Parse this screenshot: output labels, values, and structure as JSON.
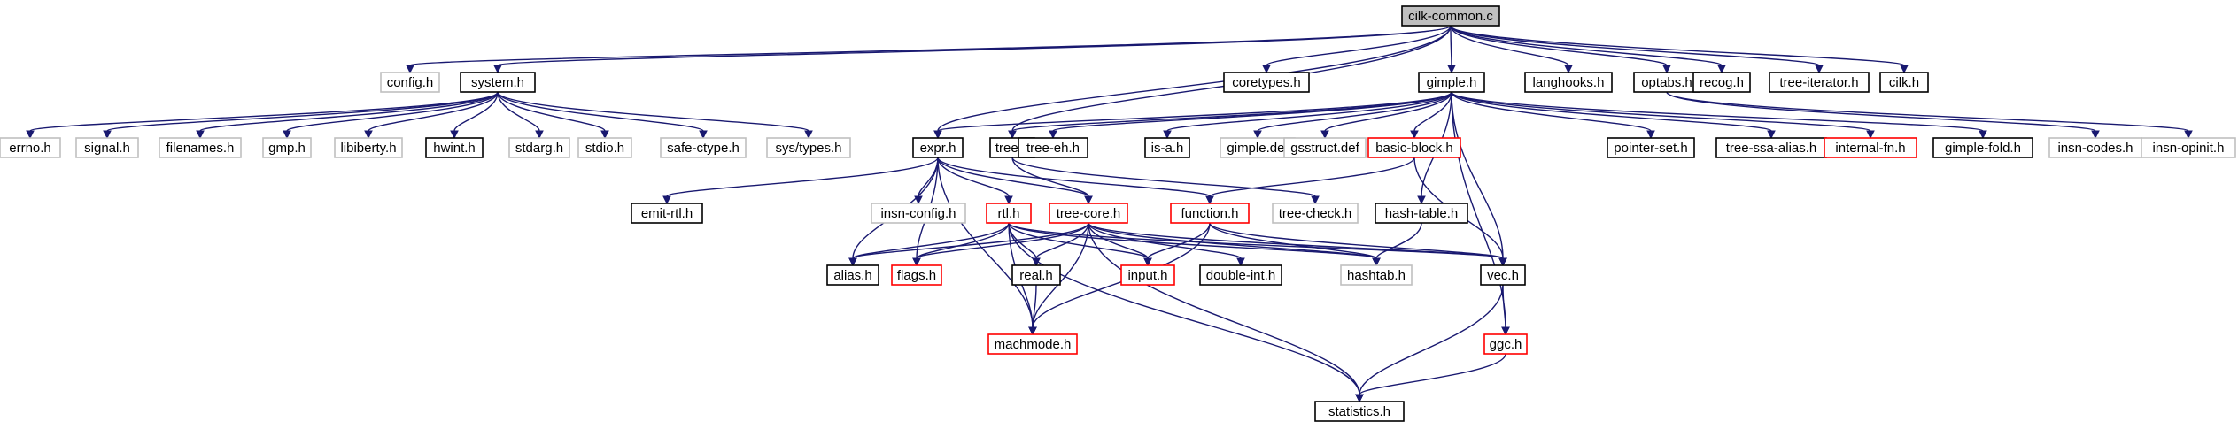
{
  "graph": {
    "colors": {
      "root_fill": "#bfbfbf",
      "node_fill": "#ffffff",
      "border_documented": "#000000",
      "border_undocumented": "#bfbfbf",
      "border_incomplete": "#ff0000",
      "edge": "#191970"
    },
    "nodes": [
      {
        "id": "cilk_common",
        "label": "cilk-common.c",
        "style": "root"
      },
      {
        "id": "config",
        "label": "config.h",
        "style": "undocumented"
      },
      {
        "id": "system",
        "label": "system.h",
        "style": "documented"
      },
      {
        "id": "coretypes",
        "label": "coretypes.h",
        "style": "documented"
      },
      {
        "id": "gimple",
        "label": "gimple.h",
        "style": "documented"
      },
      {
        "id": "langhooks",
        "label": "langhooks.h",
        "style": "documented"
      },
      {
        "id": "optabs",
        "label": "optabs.h",
        "style": "documented"
      },
      {
        "id": "recog",
        "label": "recog.h",
        "style": "documented"
      },
      {
        "id": "tree_iterator",
        "label": "tree-iterator.h",
        "style": "documented"
      },
      {
        "id": "cilk",
        "label": "cilk.h",
        "style": "documented"
      },
      {
        "id": "errno",
        "label": "errno.h",
        "style": "undocumented"
      },
      {
        "id": "signal",
        "label": "signal.h",
        "style": "undocumented"
      },
      {
        "id": "filenames",
        "label": "filenames.h",
        "style": "undocumented"
      },
      {
        "id": "gmp",
        "label": "gmp.h",
        "style": "undocumented"
      },
      {
        "id": "libiberty",
        "label": "libiberty.h",
        "style": "undocumented"
      },
      {
        "id": "hwint",
        "label": "hwint.h",
        "style": "documented"
      },
      {
        "id": "stdarg",
        "label": "stdarg.h",
        "style": "undocumented"
      },
      {
        "id": "stdio",
        "label": "stdio.h",
        "style": "undocumented"
      },
      {
        "id": "safe_ctype",
        "label": "safe-ctype.h",
        "style": "undocumented"
      },
      {
        "id": "sys_types",
        "label": "sys/types.h",
        "style": "undocumented"
      },
      {
        "id": "expr",
        "label": "expr.h",
        "style": "documented"
      },
      {
        "id": "tree",
        "label": "tree.h",
        "style": "documented"
      },
      {
        "id": "tree_eh",
        "label": "tree-eh.h",
        "style": "documented"
      },
      {
        "id": "is_a",
        "label": "is-a.h",
        "style": "documented"
      },
      {
        "id": "gimple_def",
        "label": "gimple.def",
        "style": "undocumented"
      },
      {
        "id": "gsstruct_def",
        "label": "gsstruct.def",
        "style": "undocumented"
      },
      {
        "id": "basic_block",
        "label": "basic-block.h",
        "style": "incomplete"
      },
      {
        "id": "pointer_set",
        "label": "pointer-set.h",
        "style": "documented"
      },
      {
        "id": "tree_ssa_alias",
        "label": "tree-ssa-alias.h",
        "style": "documented"
      },
      {
        "id": "internal_fn",
        "label": "internal-fn.h",
        "style": "incomplete"
      },
      {
        "id": "gimple_fold",
        "label": "gimple-fold.h",
        "style": "documented"
      },
      {
        "id": "insn_codes",
        "label": "insn-codes.h",
        "style": "undocumented"
      },
      {
        "id": "insn_opinit",
        "label": "insn-opinit.h",
        "style": "undocumented"
      },
      {
        "id": "emit_rtl",
        "label": "emit-rtl.h",
        "style": "documented"
      },
      {
        "id": "insn_config",
        "label": "insn-config.h",
        "style": "undocumented"
      },
      {
        "id": "rtl",
        "label": "rtl.h",
        "style": "incomplete"
      },
      {
        "id": "tree_core",
        "label": "tree-core.h",
        "style": "incomplete"
      },
      {
        "id": "function",
        "label": "function.h",
        "style": "incomplete"
      },
      {
        "id": "tree_check",
        "label": "tree-check.h",
        "style": "undocumented"
      },
      {
        "id": "hash_table",
        "label": "hash-table.h",
        "style": "documented"
      },
      {
        "id": "alias",
        "label": "alias.h",
        "style": "documented"
      },
      {
        "id": "flags",
        "label": "flags.h",
        "style": "incomplete"
      },
      {
        "id": "real",
        "label": "real.h",
        "style": "documented"
      },
      {
        "id": "input",
        "label": "input.h",
        "style": "incomplete"
      },
      {
        "id": "double_int",
        "label": "double-int.h",
        "style": "documented"
      },
      {
        "id": "hashtab",
        "label": "hashtab.h",
        "style": "undocumented"
      },
      {
        "id": "vec",
        "label": "vec.h",
        "style": "documented"
      },
      {
        "id": "machmode",
        "label": "machmode.h",
        "style": "incomplete"
      },
      {
        "id": "ggc",
        "label": "ggc.h",
        "style": "incomplete"
      },
      {
        "id": "statistics",
        "label": "statistics.h",
        "style": "documented"
      }
    ],
    "edges": [
      [
        "cilk_common",
        "config"
      ],
      [
        "cilk_common",
        "system"
      ],
      [
        "cilk_common",
        "coretypes"
      ],
      [
        "cilk_common",
        "expr"
      ],
      [
        "cilk_common",
        "tree"
      ],
      [
        "cilk_common",
        "gimple"
      ],
      [
        "cilk_common",
        "langhooks"
      ],
      [
        "cilk_common",
        "optabs"
      ],
      [
        "cilk_common",
        "recog"
      ],
      [
        "cilk_common",
        "tree_iterator"
      ],
      [
        "cilk_common",
        "cilk"
      ],
      [
        "system",
        "errno"
      ],
      [
        "system",
        "signal"
      ],
      [
        "system",
        "filenames"
      ],
      [
        "system",
        "gmp"
      ],
      [
        "system",
        "libiberty"
      ],
      [
        "system",
        "hwint"
      ],
      [
        "system",
        "stdarg"
      ],
      [
        "system",
        "stdio"
      ],
      [
        "system",
        "safe_ctype"
      ],
      [
        "system",
        "sys_types"
      ],
      [
        "gimple",
        "expr"
      ],
      [
        "gimple",
        "tree"
      ],
      [
        "gimple",
        "tree_eh"
      ],
      [
        "gimple",
        "is_a"
      ],
      [
        "gimple",
        "gimple_def"
      ],
      [
        "gimple",
        "gsstruct_def"
      ],
      [
        "gimple",
        "basic_block"
      ],
      [
        "gimple",
        "pointer_set"
      ],
      [
        "gimple",
        "tree_ssa_alias"
      ],
      [
        "gimple",
        "internal_fn"
      ],
      [
        "gimple",
        "gimple_fold"
      ],
      [
        "gimple",
        "hash_table"
      ],
      [
        "gimple",
        "vec"
      ],
      [
        "gimple",
        "ggc"
      ],
      [
        "optabs",
        "insn_codes"
      ],
      [
        "optabs",
        "insn_opinit"
      ],
      [
        "expr",
        "emit_rtl"
      ],
      [
        "expr",
        "insn_config"
      ],
      [
        "expr",
        "rtl"
      ],
      [
        "expr",
        "tree_core"
      ],
      [
        "expr",
        "function"
      ],
      [
        "expr",
        "alias"
      ],
      [
        "expr",
        "flags"
      ],
      [
        "expr",
        "machmode"
      ],
      [
        "tree",
        "tree_core"
      ],
      [
        "tree",
        "tree_check"
      ],
      [
        "basic_block",
        "function"
      ],
      [
        "basic_block",
        "vec"
      ],
      [
        "rtl",
        "alias"
      ],
      [
        "rtl",
        "flags"
      ],
      [
        "rtl",
        "real"
      ],
      [
        "rtl",
        "input"
      ],
      [
        "rtl",
        "hashtab"
      ],
      [
        "rtl",
        "vec"
      ],
      [
        "rtl",
        "machmode"
      ],
      [
        "rtl",
        "statistics"
      ],
      [
        "tree_core",
        "alias"
      ],
      [
        "tree_core",
        "flags"
      ],
      [
        "tree_core",
        "real"
      ],
      [
        "tree_core",
        "input"
      ],
      [
        "tree_core",
        "double_int"
      ],
      [
        "tree_core",
        "hashtab"
      ],
      [
        "tree_core",
        "vec"
      ],
      [
        "tree_core",
        "machmode"
      ],
      [
        "tree_core",
        "statistics"
      ],
      [
        "function",
        "input"
      ],
      [
        "function",
        "hashtab"
      ],
      [
        "function",
        "vec"
      ],
      [
        "function",
        "machmode"
      ],
      [
        "hash_table",
        "hashtab"
      ],
      [
        "real",
        "machmode"
      ],
      [
        "vec",
        "ggc"
      ],
      [
        "vec",
        "statistics"
      ],
      [
        "ggc",
        "statistics"
      ]
    ]
  }
}
